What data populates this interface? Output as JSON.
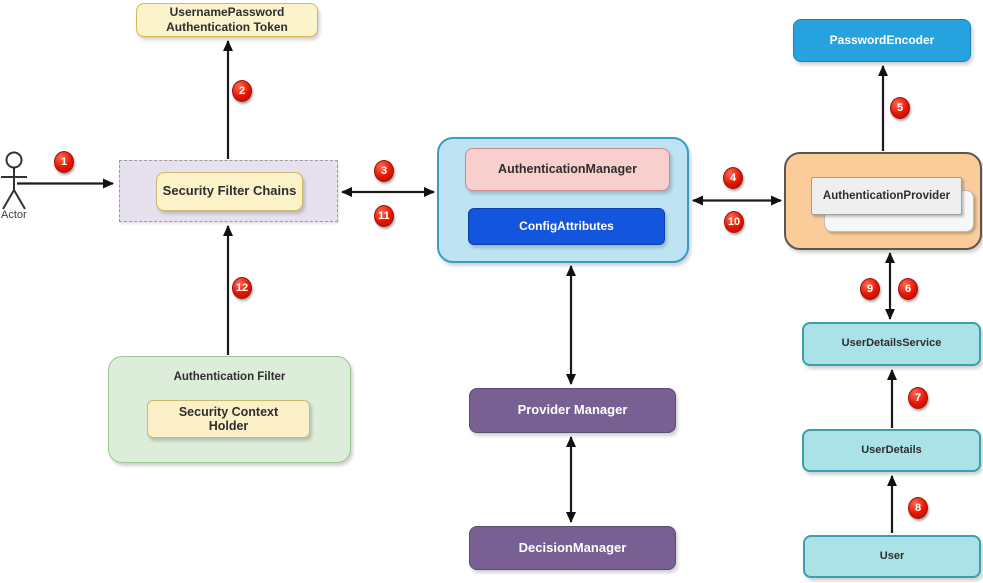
{
  "actor": {
    "label": "Actor"
  },
  "nodes": {
    "username_password_token": {
      "line1": "UsernamePassword",
      "line2": "Authentication Token"
    },
    "security_filter_chains": {
      "label": "Security Filter Chains"
    },
    "authentication_manager": {
      "label": "AuthenticationManager"
    },
    "config_attributes": {
      "label": "ConfigAttributes"
    },
    "password_encoder": {
      "label": "PasswordEncoder"
    },
    "authentication_provider": {
      "label": "AuthenticationProvider"
    },
    "user_details_service": {
      "label": "UserDetailsService"
    },
    "user_details": {
      "label": "UserDetails"
    },
    "user": {
      "label": "User"
    },
    "authentication_filter": {
      "label": "Authentication Filter"
    },
    "security_context_holder": {
      "line1": "Security Context",
      "line2": "Holder"
    },
    "provider_manager": {
      "label": "Provider Manager"
    },
    "decision_manager": {
      "label": "DecisionManager"
    }
  },
  "badges": {
    "b1": "1",
    "b2": "2",
    "b3": "3",
    "b4": "4",
    "b5": "5",
    "b6": "6",
    "b7": "7",
    "b8": "8",
    "b9": "9",
    "b10": "10",
    "b11": "11",
    "b12": "12"
  },
  "colors": {
    "badge_red": "#E51400",
    "cream_fill": "#FBF3CC",
    "cream_border": "#D6B656",
    "lavender_fill": "#E6E0EF",
    "light_blue_container": "#BEE3F2",
    "pink_fill": "#F7CFCD",
    "bright_blue_fill": "#1355DC",
    "sky_blue_fill": "#26A3DE",
    "orange_fill": "#F9CC99",
    "grey_fill": "#EFEFEF",
    "cyan_fill": "#ABE2E7",
    "cyan_border": "#3AA0AB",
    "green_fill": "#DCEDDA",
    "purple_fill": "#786192",
    "arrow_color": "#1A1A1A"
  }
}
